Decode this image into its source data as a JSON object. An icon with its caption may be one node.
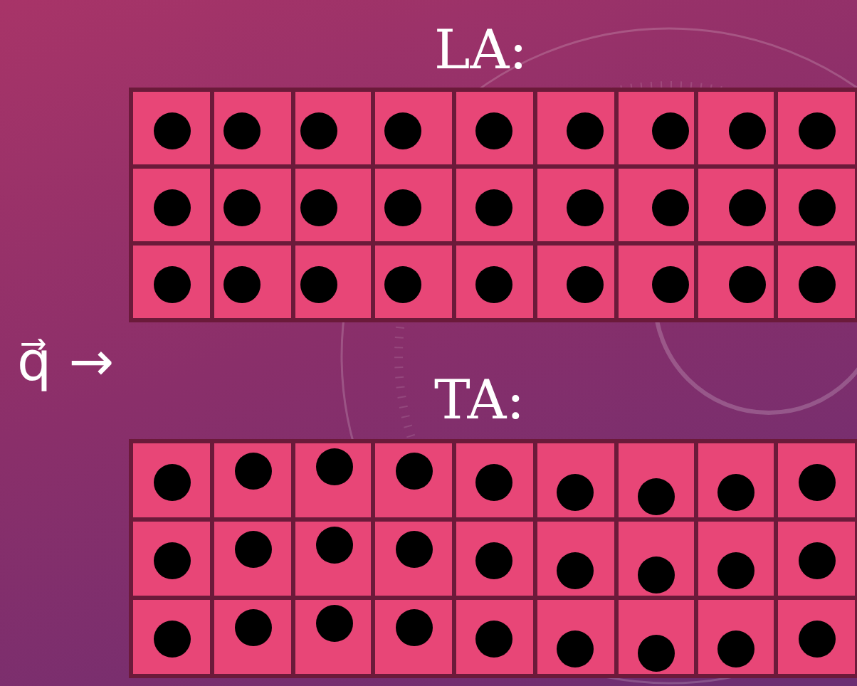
{
  "diagram": {
    "labels": [
      "LA:",
      "q⃗ →",
      "TA:"
    ]
  }
}
